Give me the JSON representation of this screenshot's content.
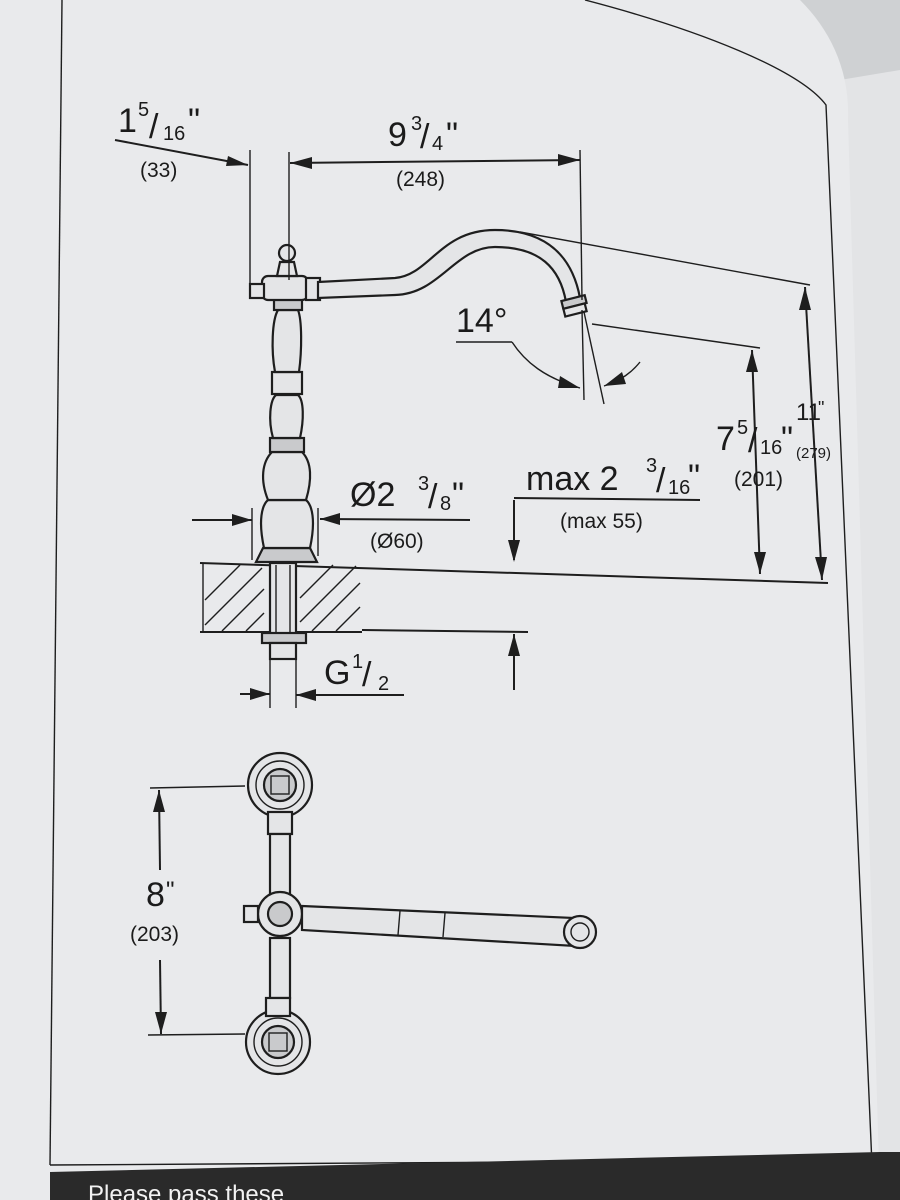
{
  "dimensions": {
    "handle_offset": {
      "whole": "1",
      "num": "5",
      "den": "16",
      "unit": "\"",
      "mm": "(33)"
    },
    "spout_reach": {
      "whole": "9",
      "num": "3",
      "den": "4",
      "unit": "\"",
      "mm": "(248)"
    },
    "spout_angle": {
      "label": "14°"
    },
    "spout_height": {
      "whole": "7",
      "num": "5",
      "den": "16",
      "unit": "\"",
      "mm": "(201)"
    },
    "total_height": {
      "whole": "11",
      "unit": "\"",
      "mm": "(279)"
    },
    "base_diameter": {
      "prefix": "Ø2",
      "num": "3",
      "den": "8",
      "unit": "\"",
      "mm": "(Ø60)"
    },
    "max_deck": {
      "prefix": "max 2",
      "num": "3",
      "den": "16",
      "unit": "\"",
      "mm": "(max 55)"
    },
    "thread": {
      "prefix": "G",
      "num": "1",
      "den": "2"
    },
    "handle_spacing": {
      "whole": "8",
      "unit": "\"",
      "mm": "(203)"
    }
  },
  "footer": {
    "text": "Please pass these"
  }
}
